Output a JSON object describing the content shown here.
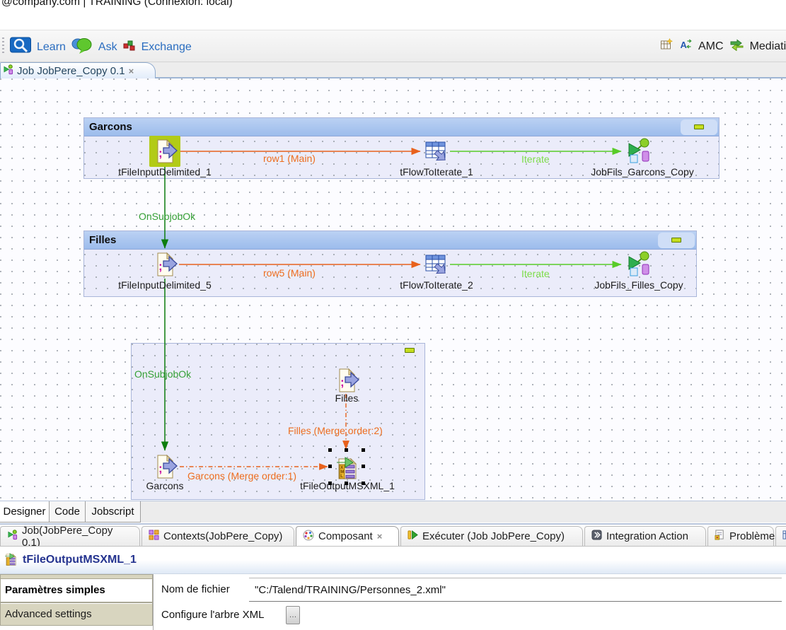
{
  "account_bar": {
    "text": "@company.com | TRAINING (Connexion: local)"
  },
  "toolbar": {
    "learn": "Learn",
    "ask": "Ask",
    "exchange": "Exchange",
    "amc": "AMC",
    "mediation": "Mediati."
  },
  "editor_tab": {
    "title": "Job JobPere_Copy 0.1"
  },
  "canvas": {
    "subjobs": {
      "garcons": "Garcons",
      "filles": "Filles"
    },
    "components": {
      "fid1": "tFileInputDelimited_1",
      "fti1": "tFlowToIterate_1",
      "rung": "JobFils_Garcons_Copy",
      "fid5": "tFileInputDelimited_5",
      "fti2": "tFlowToIterate_2",
      "runf": "JobFils_Filles_Copy",
      "filles": "Filles",
      "garcons": "Garcons",
      "msxml": "tFileOutputMSXML_1"
    },
    "links": {
      "row1": "row1 (Main)",
      "row5": "row5 (Main)",
      "iterate": "Iterate",
      "onsubjobok": "OnSubjobOk",
      "merge_garcons": "Garcons (Merge order:1)",
      "merge_filles": "Filles (Merge order:2)"
    }
  },
  "designer_tabs": {
    "designer": "Designer",
    "code": "Code",
    "jobscript": "Jobscript"
  },
  "view_tabs": {
    "job": "Job(JobPere_Copy 0.1)",
    "contexts": "Contexts(JobPere_Copy)",
    "composant": "Composant",
    "executer": "Exécuter (Job JobPere_Copy)",
    "integration": "Integration Action",
    "problemes": "Problèmes"
  },
  "component_panel": {
    "title": "tFileOutputMSXML_1",
    "sections": {
      "simple": "Paramètres simples",
      "advanced": "Advanced settings"
    },
    "filename_label": "Nom de fichier",
    "filename_value": "\"C:/Talend/TRAINING/Personnes_2.xml\"",
    "xml_tree_label": "Configure l'arbre XML"
  },
  "icons": {
    "close": "×",
    "ellipsis": "…"
  },
  "colors": {
    "link_main": "#e8611c",
    "link_iterate": "#58cc28",
    "link_trigger": "#0d7d0d",
    "subjob_header": "#a6c2ee",
    "subjob_body": "#ebecfa",
    "selection_highlight": "#b2cb17"
  }
}
